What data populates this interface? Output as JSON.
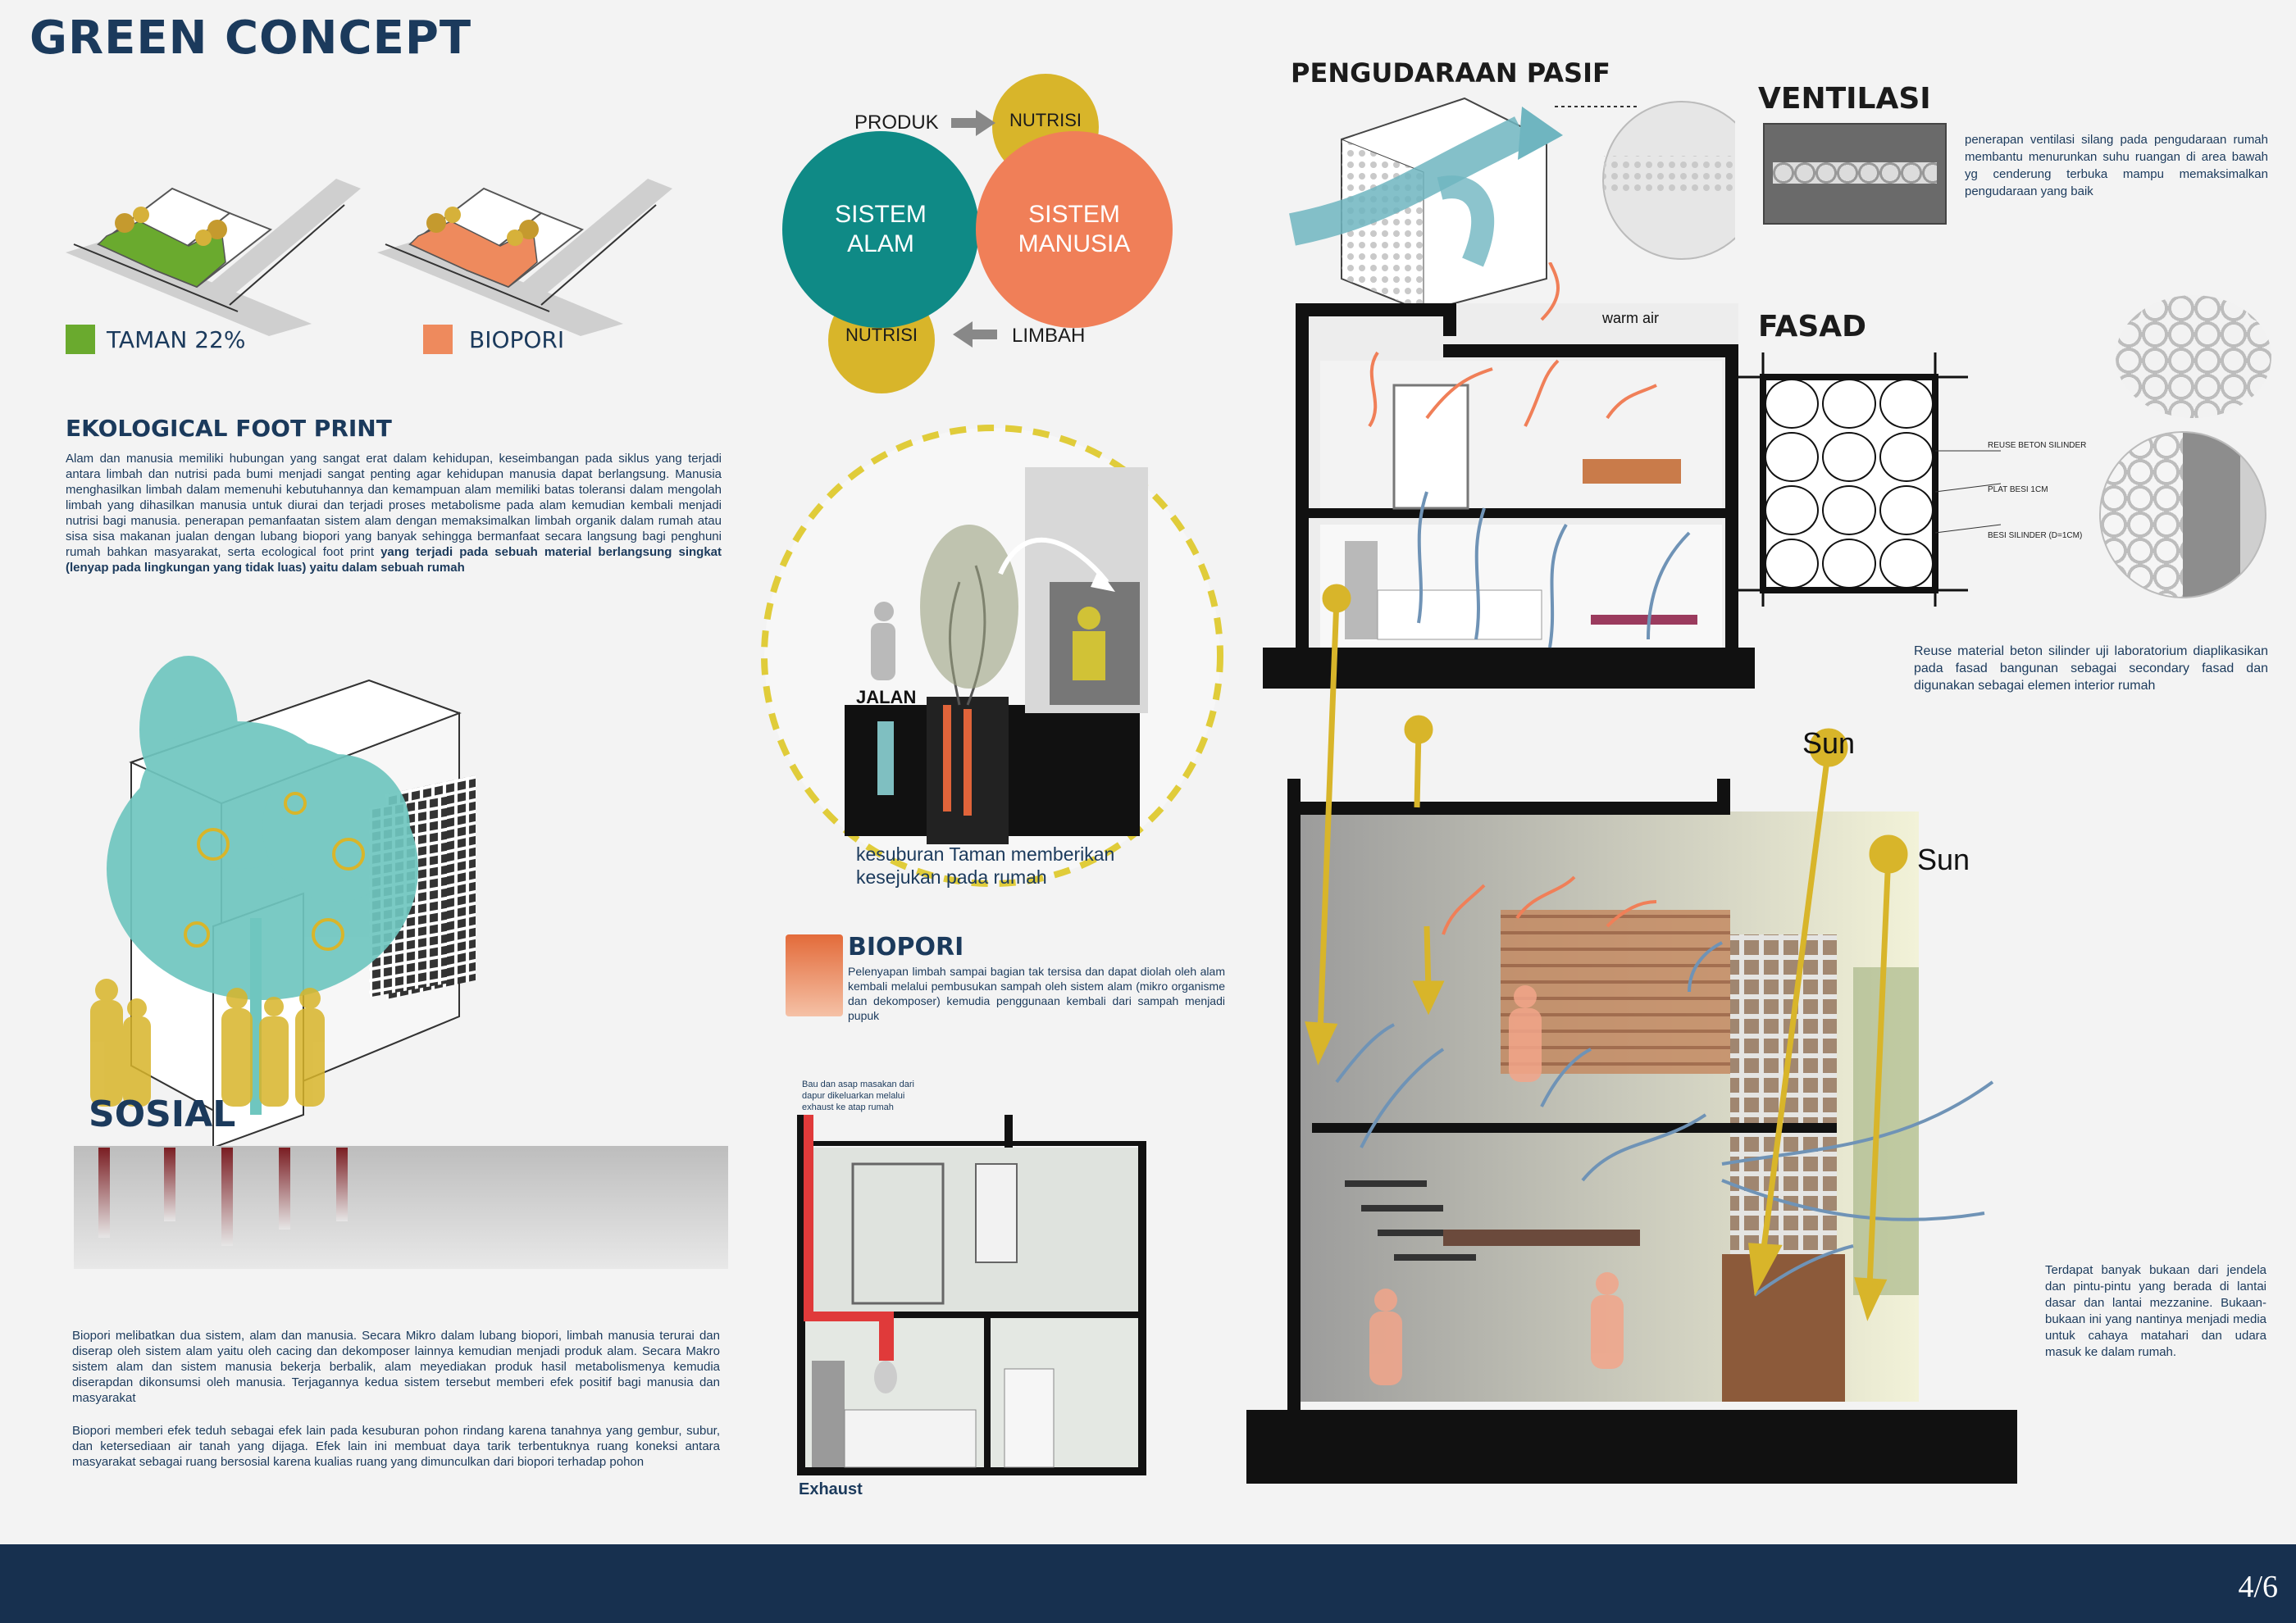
{
  "page": {
    "title": "GREEN CONCEPT",
    "page_number": "4/6"
  },
  "site": {
    "taman_label": "TAMAN 22%",
    "biopori_label": "BIOPORI",
    "taman_color": "#6aaa2e",
    "biopori_color": "#ee8a5d"
  },
  "cycle": {
    "produk": "PRODUK",
    "limbah": "LIMBAH",
    "nutrisi_top": "NUTRISI",
    "nutrisi_bottom": "NUTRISI",
    "alam_line1": "SISTEM",
    "alam_line2": "ALAM",
    "manusia_line1": "SISTEM",
    "manusia_line2": "MANUSIA",
    "teal": "#0f8a86",
    "orange": "#f07f58",
    "yellow": "#d8b52a"
  },
  "eco": {
    "heading": "EKOLOGICAL FOOT PRINT",
    "body": "Alam dan manusia memiliki hubungan yang sangat erat dalam kehidupan, keseimbangan pada siklus yang terjadi antara limbah dan nutrisi pada bumi menjadi sangat penting agar kehidupan manusia dapat berlangsung.  Manusia menghasilkan limbah dalam memenuhi kebutuhannya dan kemampuan alam memiliki batas toleransi dalam mengolah limbah yang dihasilkan manusia untuk diurai dan terjadi proses metabolisme pada alam kemudian kembali menjadi nutrisi bagi manusia. penerapan pemanfaatan sistem alam dengan memaksimalkan limbah organik dalam rumah atau sisa sisa makanan jualan dengan lubang biopori yang  banyak sehingga bermanfaat secara langsung bagi penghuni rumah bahkan masyarakat, serta ecological foot print",
    "body_bold": "yang terjadi pada sebuah material berlangsung singkat (lenyap pada lingkungan yang tidak luas) yaitu dalam sebuah rumah"
  },
  "sosial": {
    "label": "SOSIAL"
  },
  "bottom_text": {
    "p1": "Biopori melibatkan dua sistem, alam dan manusia. Secara Mikro dalam lubang biopori, limbah manusia terurai dan diserap oleh sistem alam yaitu oleh cacing dan dekomposer lainnya kemudian menjadi produk alam. Secara Makro sistem alam dan sistem manusia bekerja berbalik, alam meyediakan produk hasil metabolismenya kemudia diserapdan dikonsumsi oleh manusia. Terjagannya kedua sistem tersebut memberi efek positif bagi manusia dan masyarakat",
    "p2": "Biopori memberi efek teduh sebagai efek lain pada kesuburan pohon rindang karena tanahnya yang gembur, subur, dan ketersediaan air tanah yang dijaga. Efek lain ini membuat daya tarik terbentuknya ruang koneksi antara masyarakat sebagai ruang bersosial karena kualias ruang yang dimunculkan dari biopori terhadap pohon"
  },
  "garden": {
    "jalan": "JALAN",
    "caption_line1": "kesuburan Taman memberikan",
    "caption_line2": "kesejukan pada rumah"
  },
  "biopori": {
    "heading": "BIOPORI",
    "body": "Pelenyapan limbah sampai bagian tak tersisa dan dapat diolah oleh alam kembali melalui pembusukan sampah oleh sistem alam (mikro organisme dan dekomposer) kemudia penggunaan kembali dari sampah menjadi pupuk"
  },
  "exhaust": {
    "note_line1": "Bau dan asap masakan dari",
    "note_line2": "dapur dikeluarkan melalui",
    "note_line3": "exhaust ke atap rumah",
    "label": "Exhaust"
  },
  "pasif": {
    "heading": "PENGUDARAAN PASIF"
  },
  "ventilasi": {
    "heading": "VENTILASI",
    "body": "penerapan ventilasi silang pada pengudaraan rumah membantu menurunkan suhu ruangan di area bawah yg cenderung terbuka mampu memaksimalkan pengudaraan yang baik"
  },
  "section1": {
    "warm_air": "warm air"
  },
  "fasad": {
    "heading": "FASAD",
    "label1": "REUSE BETON SILINDER",
    "label2": "PLAT BESI 1CM",
    "label3": "BESI SILINDER (D=1CM)",
    "body": "Reuse material beton silinder uji laboratorium diaplikasikan pada fasad bangunan sebagai secondary fasad dan digunakan sebagai elemen interior rumah"
  },
  "section2": {
    "sun1": "Sun",
    "sun2": "Sun",
    "body": "Terdapat banyak bukaan dari jendela dan pintu-pintu yang berada di lantai dasar dan lantai mezzanine. Bukaan-bukaan ini yang nantinya menjadi media untuk cahaya matahari dan udara masuk ke dalam rumah."
  }
}
